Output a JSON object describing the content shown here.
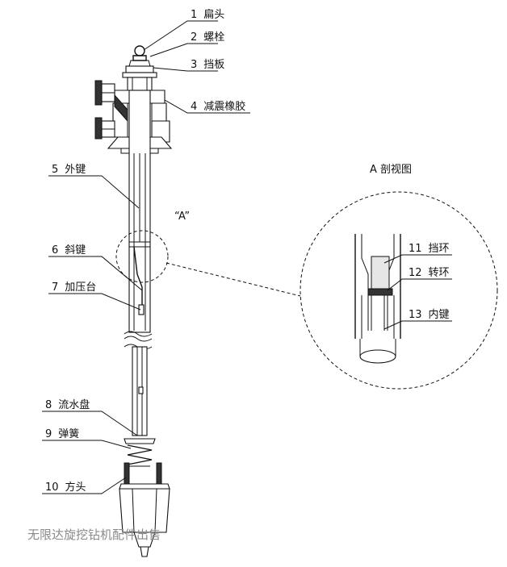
{
  "section": {
    "title": "A  剖视图",
    "callout": "“A”"
  },
  "labels": [
    {
      "num": "1",
      "text": "扁头"
    },
    {
      "num": "2",
      "text": "螺栓"
    },
    {
      "num": "3",
      "text": "挡板"
    },
    {
      "num": "4",
      "text": "减震橡胶"
    },
    {
      "num": "5",
      "text": "外键"
    },
    {
      "num": "6",
      "text": "斜键"
    },
    {
      "num": "7",
      "text": "加压台"
    },
    {
      "num": "8",
      "text": "流水盘"
    },
    {
      "num": "9",
      "text": "弹簧"
    },
    {
      "num": "10",
      "text": "方头"
    },
    {
      "num": "11",
      "text": "挡环"
    },
    {
      "num": "12",
      "text": "转环"
    },
    {
      "num": "13",
      "text": "内键"
    }
  ],
  "watermark": "无限达旋挖钻机配件出售"
}
